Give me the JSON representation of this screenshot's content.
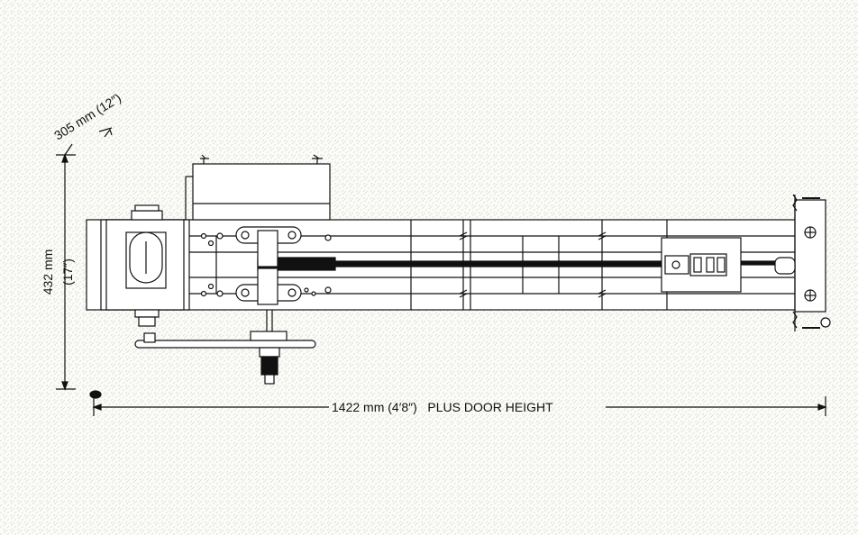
{
  "dimensions": {
    "depth_label": "305 mm (12″)",
    "height_label_mm": "432 mm",
    "height_label_in": "(17″)",
    "length_label": "1422 mm (4′8″)   PLUS DOOR HEIGHT"
  },
  "colors": {
    "background": "#fbfbf8",
    "texture": "#cfd3c8",
    "ink": "#111111"
  }
}
